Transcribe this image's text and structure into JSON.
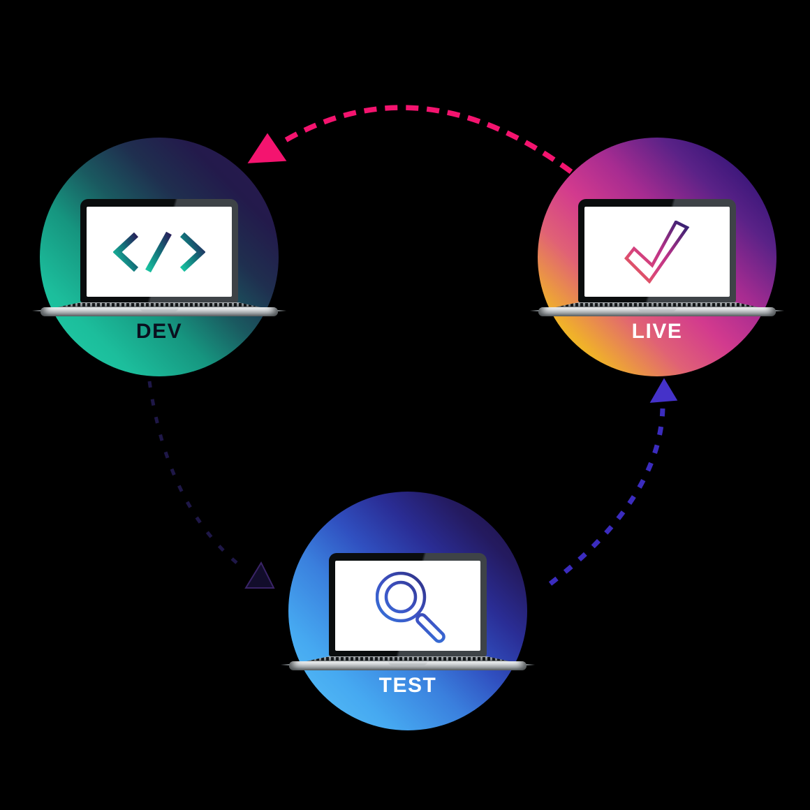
{
  "background_color": "#000000",
  "diagram": {
    "description": "DEV / TEST / LIVE deployment cycle",
    "nodes": [
      {
        "id": "dev",
        "label": "DEV",
        "label_color": "#0A0F1E",
        "icon": "code-icon",
        "circle_gradient": {
          "angle": 45,
          "stops": [
            "#22D0A9 0%",
            "#1CBE9C 20%",
            "#16957F 38%",
            "#1A5A60 52%",
            "#1F2F4F 66%",
            "#231A4B 80%",
            "#2C1B53 100%"
          ]
        },
        "icon_gradient": [
          "#18C4A1",
          "#136F79",
          "#27215B"
        ]
      },
      {
        "id": "live",
        "label": "LIVE",
        "label_color": "#FFFFFF",
        "icon": "checkmark-icon",
        "circle_gradient": {
          "angle": 45,
          "stops": [
            "#F8E317 0%",
            "#F0B12A 16%",
            "#E06176 32%",
            "#D23A8E 46%",
            "#A72C91 60%",
            "#5A2287 76%",
            "#371578 88%",
            "#2C1166 100%"
          ]
        },
        "icon_gradient": [
          "#E8684C",
          "#D8447B",
          "#BA3189",
          "#2C2070"
        ]
      },
      {
        "id": "test",
        "label": "TEST",
        "label_color": "#FFFFFF",
        "icon": "magnifier-icon",
        "circle_gradient": {
          "angle": 45,
          "stops": [
            "#5BC5F8 0%",
            "#46A9F1 22%",
            "#3A7FDD 40%",
            "#3050C0 54%",
            "#2A2D95 68%",
            "#241A5F 82%",
            "#1B0F3B 100%"
          ]
        },
        "icon_gradient": [
          "#2F86E4",
          "#3D53C5",
          "#271E63"
        ]
      }
    ],
    "arrows": [
      {
        "id": "live-to-dev",
        "from": "LIVE",
        "to": "DEV",
        "style": "dashed",
        "color": "#F4146F",
        "head_fill": "#F4146F",
        "head_stroke": "#F4146F"
      },
      {
        "id": "dev-to-test",
        "from": "DEV",
        "to": "TEST",
        "style": "dashed",
        "color": "#1E1747",
        "head_fill": "#120D2B",
        "head_stroke": "#3A2467"
      },
      {
        "id": "test-to-live",
        "from": "TEST",
        "to": "LIVE",
        "style": "dashed",
        "color": "#3B2CBE",
        "head_fill": "#4532C9",
        "head_stroke": "#4532C9"
      }
    ]
  }
}
